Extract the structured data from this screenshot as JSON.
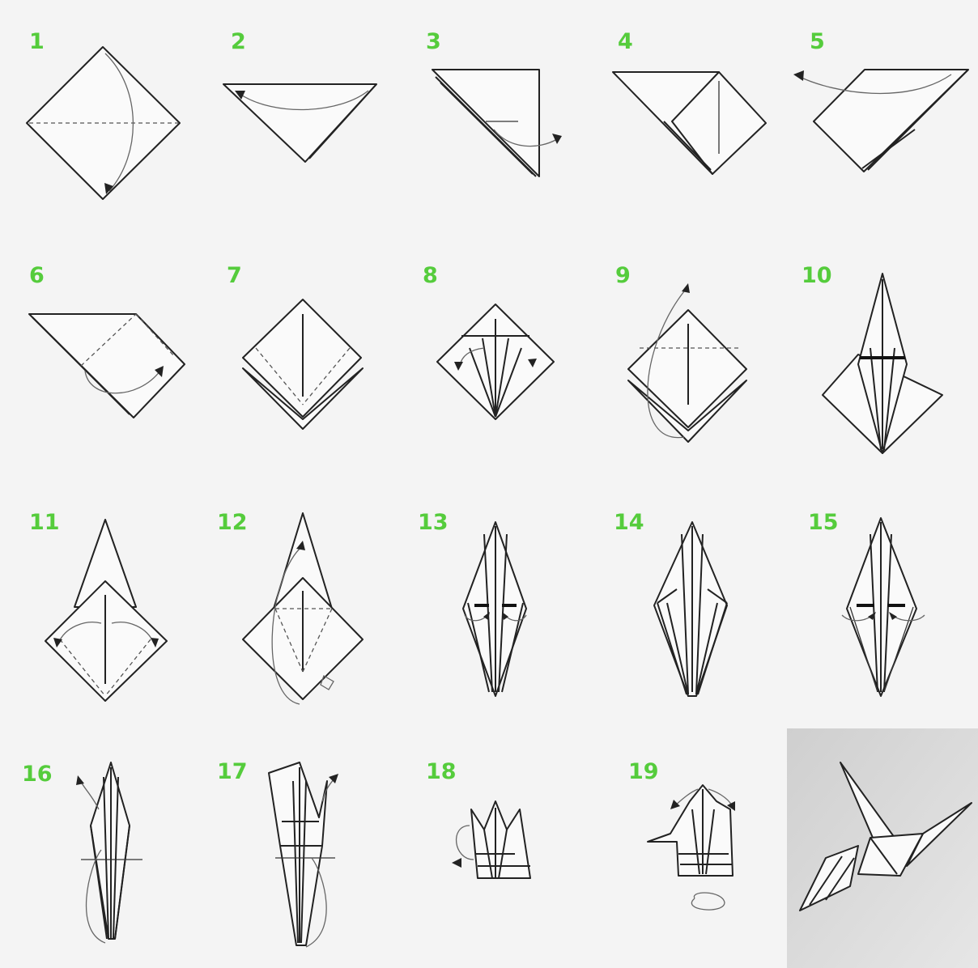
{
  "colors": {
    "step_number": "#55cc3c",
    "background": "#f4f4f4",
    "photo_background": "#d9d9d9"
  },
  "steps": [
    {
      "number": "1"
    },
    {
      "number": "2"
    },
    {
      "number": "3"
    },
    {
      "number": "4"
    },
    {
      "number": "5"
    },
    {
      "number": "6"
    },
    {
      "number": "7"
    },
    {
      "number": "8"
    },
    {
      "number": "9"
    },
    {
      "number": "10"
    },
    {
      "number": "11"
    },
    {
      "number": "12"
    },
    {
      "number": "13"
    },
    {
      "number": "14"
    },
    {
      "number": "15"
    },
    {
      "number": "16"
    },
    {
      "number": "17"
    },
    {
      "number": "18"
    },
    {
      "number": "19"
    }
  ]
}
